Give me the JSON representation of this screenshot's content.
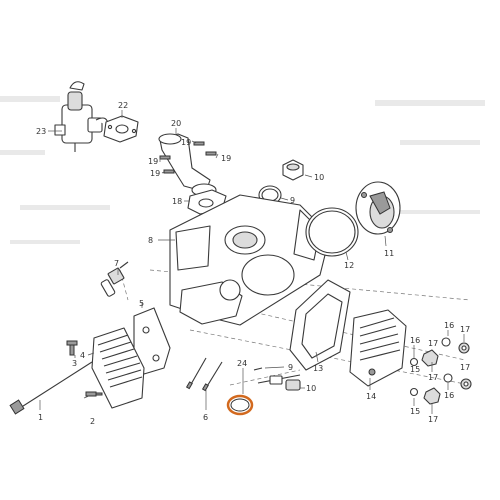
{
  "diagram": {
    "callouts": [
      {
        "key": "c1",
        "text": "1"
      },
      {
        "key": "c2",
        "text": "2"
      },
      {
        "key": "c3",
        "text": "3"
      },
      {
        "key": "c4",
        "text": "4"
      },
      {
        "key": "c5",
        "text": "5"
      },
      {
        "key": "c6",
        "text": "6"
      },
      {
        "key": "c7",
        "text": "7"
      },
      {
        "key": "c8",
        "text": "8"
      },
      {
        "key": "c9",
        "text": "9"
      },
      {
        "key": "c9b",
        "text": "9"
      },
      {
        "key": "c10",
        "text": "10"
      },
      {
        "key": "c10b",
        "text": "10"
      },
      {
        "key": "c11",
        "text": "11"
      },
      {
        "key": "c12",
        "text": "12"
      },
      {
        "key": "c13",
        "text": "13"
      },
      {
        "key": "c14",
        "text": "14"
      },
      {
        "key": "c15a",
        "text": "15"
      },
      {
        "key": "c15b",
        "text": "15"
      },
      {
        "key": "c16a",
        "text": "16"
      },
      {
        "key": "c16b",
        "text": "16"
      },
      {
        "key": "c17a",
        "text": "17"
      },
      {
        "key": "c17b",
        "text": "17"
      },
      {
        "key": "c17c",
        "text": "17"
      },
      {
        "key": "c17d",
        "text": "17"
      },
      {
        "key": "c18",
        "text": "18"
      },
      {
        "key": "c19a",
        "text": "19"
      },
      {
        "key": "c19b",
        "text": "19"
      },
      {
        "key": "c19c",
        "text": "19"
      },
      {
        "key": "c20",
        "text": "20"
      },
      {
        "key": "c22",
        "text": "22"
      },
      {
        "key": "c23",
        "text": "23"
      },
      {
        "key": "c24",
        "text": "24"
      }
    ],
    "highlight_color": "#d2691e"
  }
}
